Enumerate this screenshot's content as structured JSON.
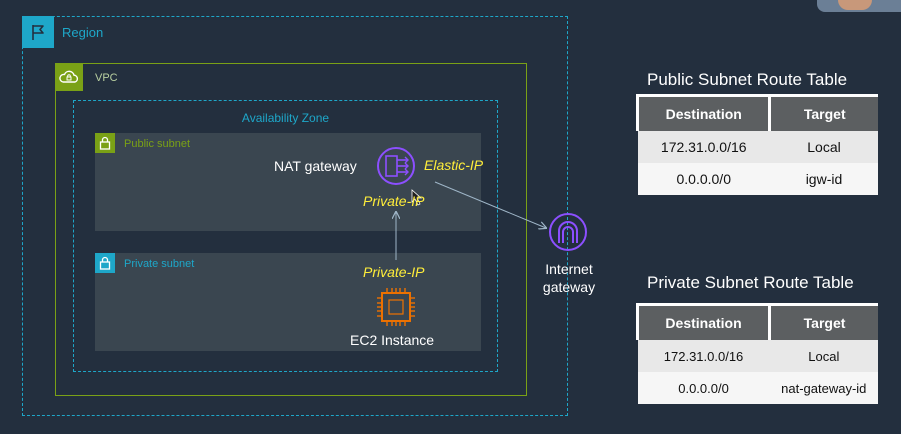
{
  "diagram": {
    "region_label": "Region",
    "vpc_label": "VPC",
    "az_label": "Availability Zone",
    "public_subnet_label": "Public subnet",
    "private_subnet_label": "Private subnet",
    "nat_gateway_label": "NAT gateway",
    "elastic_ip_label": "Elastic-IP",
    "nat_private_ip_label": "Private-IP",
    "ec2_private_ip_label": "Private-IP",
    "ec2_label": "EC2 Instance",
    "igw_label_line1": "Internet",
    "igw_label_line2": "gateway"
  },
  "public_route_table": {
    "title": "Public Subnet  Route Table",
    "headers": [
      "Destination",
      "Target"
    ],
    "rows": [
      [
        "172.31.0.0/16",
        "Local"
      ],
      [
        "0.0.0.0/0",
        "igw-id"
      ]
    ]
  },
  "private_route_table": {
    "title": "Private Subnet  Route Table",
    "headers": [
      "Destination",
      "Target"
    ],
    "rows": [
      [
        "172.31.0.0/16",
        "Local"
      ],
      [
        "0.0.0.0/0",
        "nat-gateway-id"
      ]
    ]
  },
  "colors": {
    "background": "#232f3e",
    "region": "#1ea7c9",
    "vpc": "#7aa116",
    "nat_gateway": "#8c4fff",
    "ec2": "#ed7100",
    "highlight_text": "#ffee3a"
  }
}
